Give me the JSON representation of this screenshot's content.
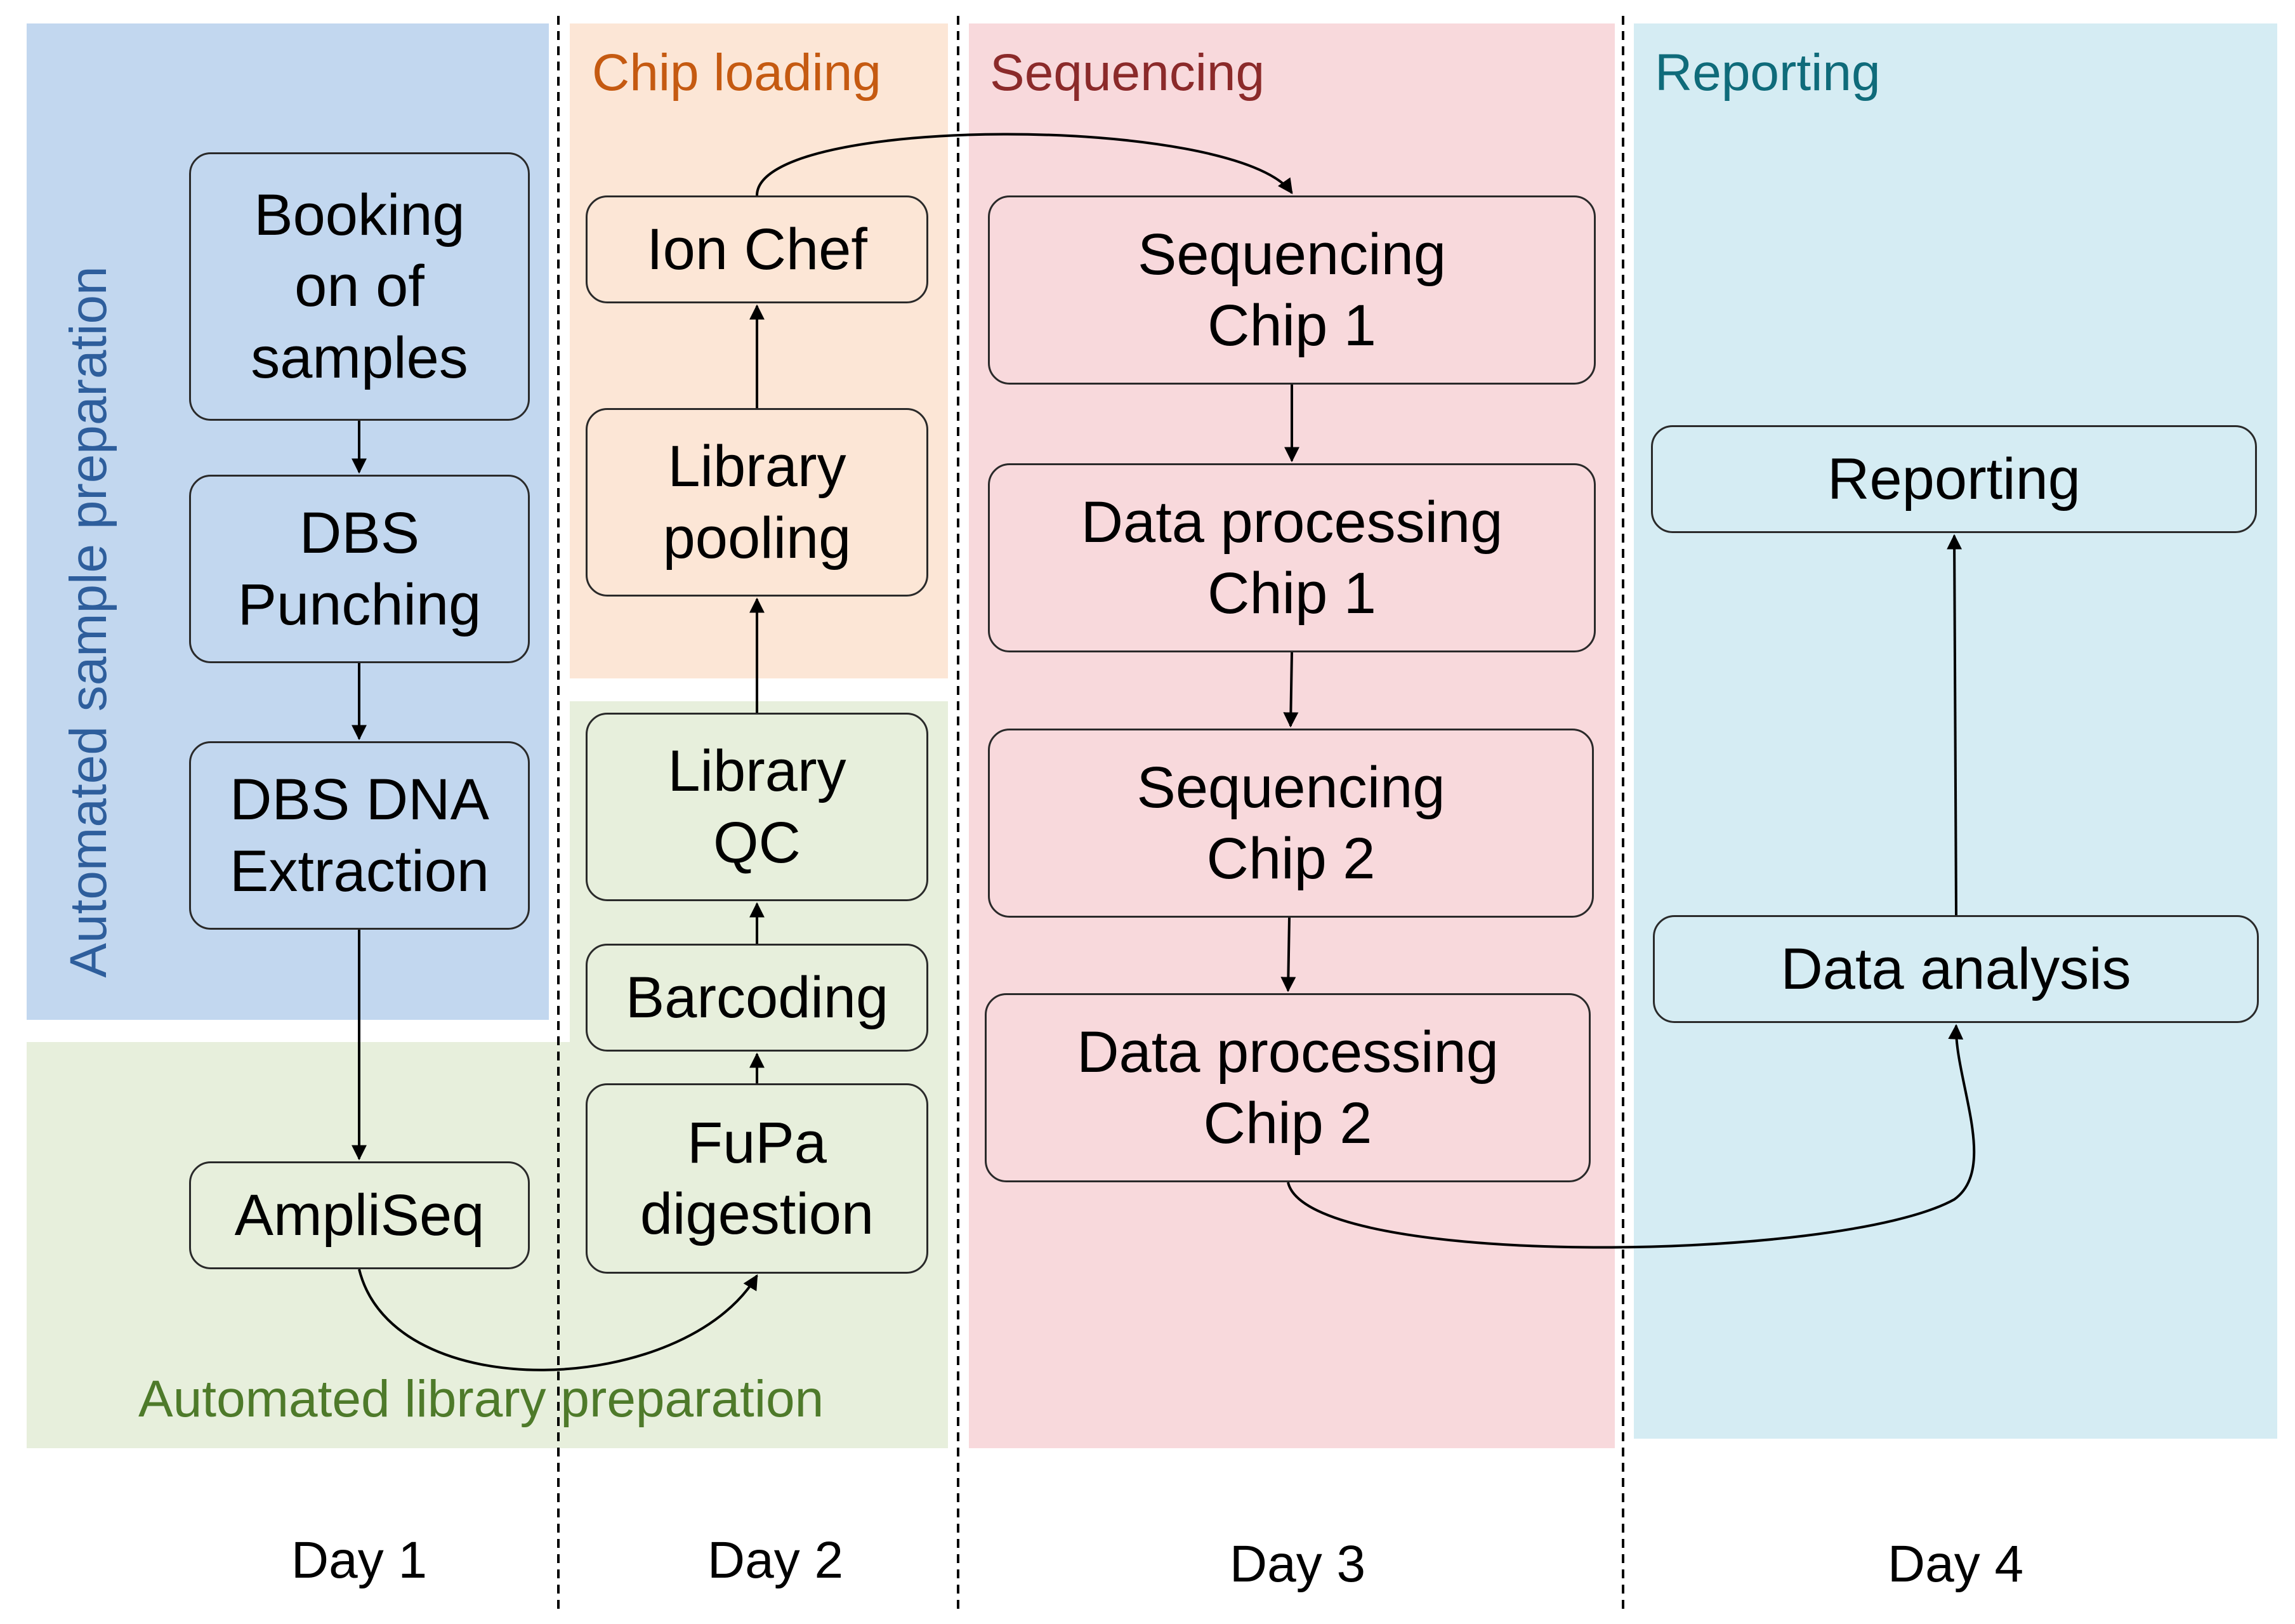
{
  "regions": {
    "chip_loading": "Chip loading",
    "sequencing": "Sequencing",
    "reporting": "Reporting",
    "sample_prep": "Automated sample preparation",
    "library_prep": "Automated library preparation"
  },
  "boxes": {
    "booking": "Booking\non of\nsamples",
    "dbs_punching": "DBS\nPunching",
    "dbs_extraction": "DBS DNA\nExtraction",
    "ampliseq": "AmpliSeq",
    "ion_chef": "Ion Chef",
    "library_pooling": "Library\npooling",
    "library_qc": "Library\nQC",
    "barcoding": "Barcoding",
    "fupa": "FuPa\ndigestion",
    "seq_chip1": "Sequencing\nChip 1",
    "dp_chip1": "Data processing\nChip 1",
    "seq_chip2": "Sequencing\nChip 2",
    "dp_chip2": "Data processing\nChip 2",
    "reporting_box": "Reporting",
    "data_analysis": "Data analysis"
  },
  "days": [
    "Day 1",
    "Day 2",
    "Day 3",
    "Day 4"
  ],
  "colors": {
    "blue_region": "#c2d7ef",
    "green_region": "#e7efdc",
    "orange_region": "#fce6d6",
    "pink_region": "#f8d9dc",
    "cyan_region": "#d5ecf3",
    "chip_loading_text": "#c55a11",
    "sequencing_text": "#8b2a2a",
    "reporting_text": "#0f6b7a",
    "sample_prep_text": "#2e5e9c",
    "library_prep_text": "#4e7a2a"
  }
}
